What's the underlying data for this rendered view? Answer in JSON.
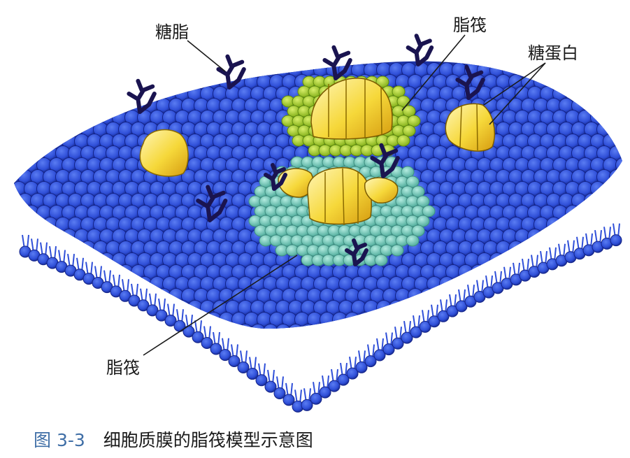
{
  "labels": {
    "glycolipid": "糖脂",
    "lipid_raft_top": "脂筏",
    "glycoprotein": "糖蛋白",
    "lipid_raft_bottom": "脂筏"
  },
  "caption": {
    "number": "图 3-3",
    "text": "细胞质膜的脂筏模型示意图"
  },
  "colors": {
    "membrane": "#2f4fd8",
    "membrane_dark": "#14207a",
    "raft_top": "#a9d12a",
    "raft_bottom": "#6fc8b8",
    "protein": "#f3d64a",
    "sugar_chain": "#1a1450"
  }
}
